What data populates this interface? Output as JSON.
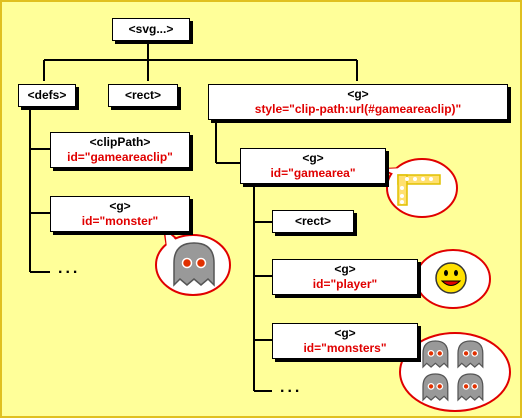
{
  "nodes": {
    "svg": {
      "tag": "<svg...>"
    },
    "defs": {
      "tag": "<defs>"
    },
    "rect_top": {
      "tag": "<rect>"
    },
    "g_root": {
      "tag": "<g>",
      "attr": "style=\"clip-path:url(#gameareaclip)\""
    },
    "clippath": {
      "tag": "<clipPath>",
      "attr": "id=\"gameareaclip\""
    },
    "g_monster": {
      "tag": "<g>",
      "attr": "id=\"monster\""
    },
    "g_gamearea": {
      "tag": "<g>",
      "attr": "id=\"gamearea\""
    },
    "rect_inner": {
      "tag": "<rect>"
    },
    "g_player": {
      "tag": "<g>",
      "attr": "id=\"player\""
    },
    "g_monsters": {
      "tag": "<g>",
      "attr": "id=\"monsters\""
    }
  },
  "ellipsis": "...",
  "colors": {
    "background": "#ffff99",
    "attr_text": "#e00000",
    "bubble_border": "#e00000"
  },
  "icons": [
    "monster-icon",
    "gamearea-corner-icon",
    "player-smiley-icon",
    "monster-group-icon"
  ]
}
